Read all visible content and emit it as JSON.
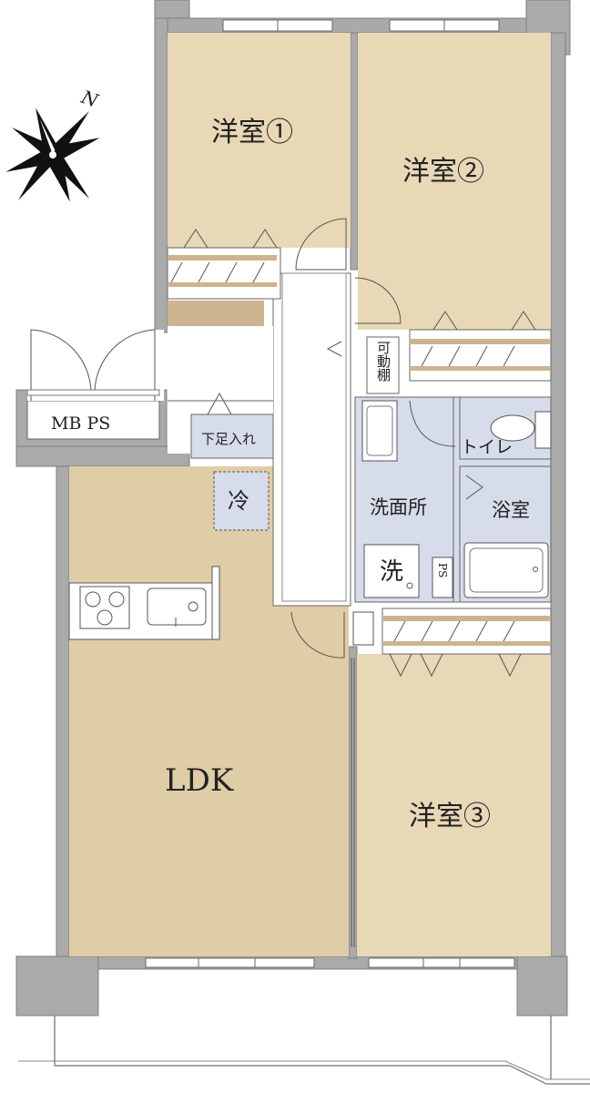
{
  "colors": {
    "room": "#e8d8b6",
    "ldk": "#dfcda7",
    "wet": "#d7dcea",
    "wall": "#aaaaaa",
    "wall_stroke": "#7f7f7f",
    "hall": "#ffffff",
    "storage": "#cdb38f",
    "balcony": "#ffffff",
    "line": "#555555"
  },
  "compass": {
    "north_label": "N"
  },
  "rooms": {
    "western1": "洋室①",
    "western2": "洋室②",
    "western3": "洋室③",
    "ldk": "LDK",
    "washroom": "洗面所",
    "bathroom": "浴室",
    "toilet": "トイレ",
    "washer": "洗",
    "fridge": "冷",
    "shoe_storage": "下足入れ",
    "movable_shelf": "可動棚",
    "mb_ps": "MB PS",
    "ps": "PS"
  }
}
